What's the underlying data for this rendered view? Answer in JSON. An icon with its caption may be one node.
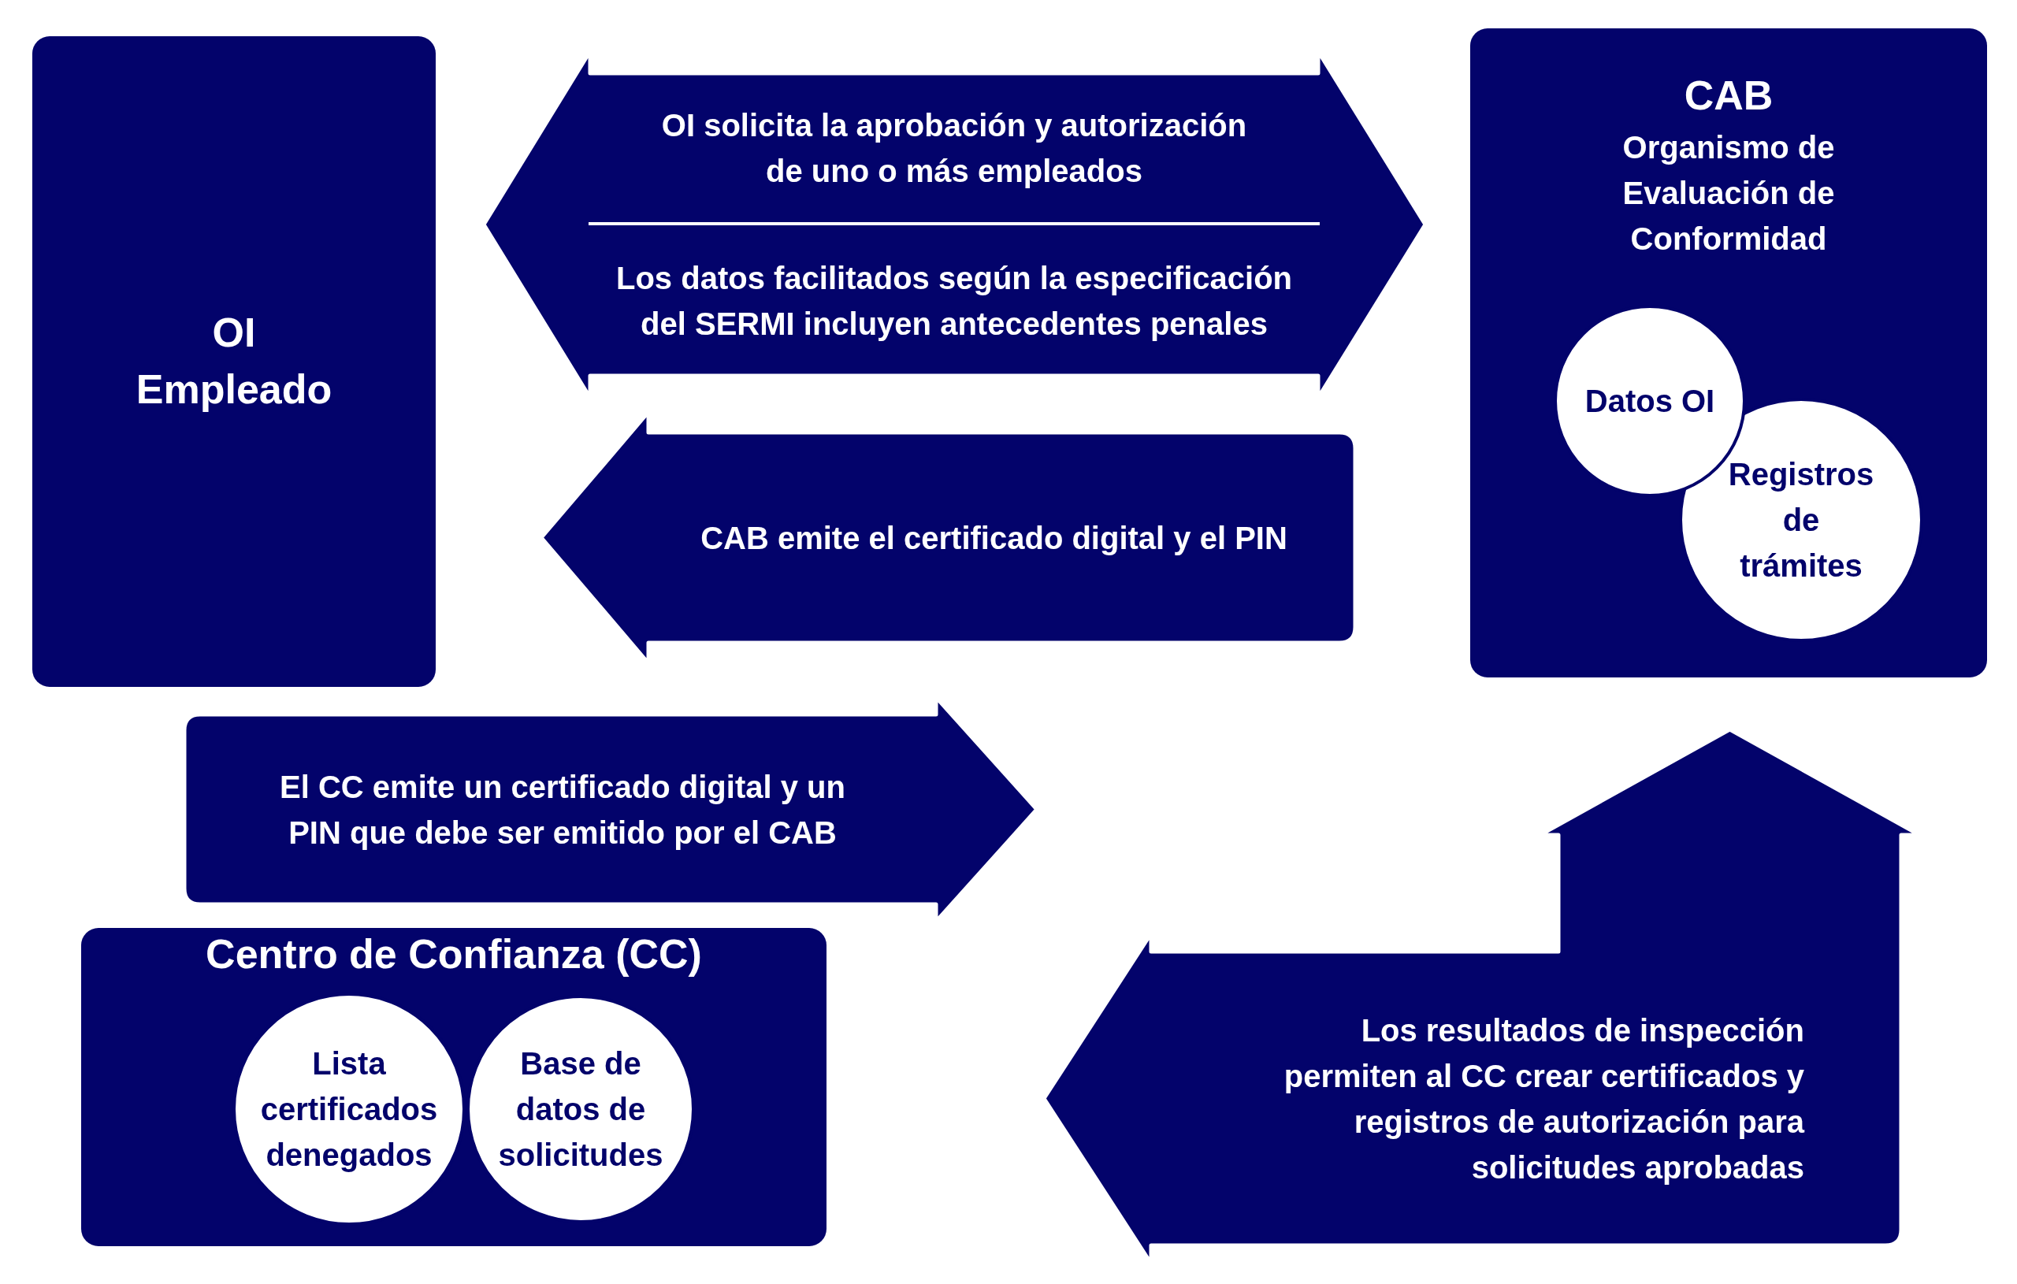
{
  "diagram": {
    "nodes": [
      {
        "text": [
          "OI Empleado"
        ]
      },
      {
        "text": [
          "CAB",
          "Organismo de Evaluación de Conformidad"
        ]
      },
      {
        "text": [
          "Datos OI"
        ],
        "in": 1
      },
      {
        "text": [
          "Registros de trámites"
        ],
        "in": 1
      },
      {
        "text": [
          "Centro de Confianza (CC)"
        ]
      },
      {
        "text": [
          "Lista certificados denegados"
        ],
        "in": 4
      },
      {
        "text": [
          "Base de datos de solicitudes"
        ],
        "in": 4
      }
    ],
    "edges": [
      {
        "from": 0,
        "to": 1,
        "arrow": "both",
        "label": "OI solicita la aprobación y autorización de uno o más empleados"
      },
      {
        "from": 0,
        "to": 1,
        "arrow": "both",
        "label": "Los datos facilitados según la especificación del SERMI incluyen antecedentes penales"
      },
      {
        "from": 1,
        "to": 0,
        "arrow": "to",
        "label": "CAB emite el certificado digital y el PIN"
      },
      {
        "from": 4,
        "to": null,
        "arrow": "to",
        "label": "El CC emite un certificado digital y un PIN que debe ser emitido por el CAB"
      },
      {
        "from": 4,
        "to": 1,
        "arrow": "both",
        "label": "Los resultados de inspección permiten al CC crear certificados y registros de autorización para solicitudes aprobadas"
      }
    ]
  }
}
